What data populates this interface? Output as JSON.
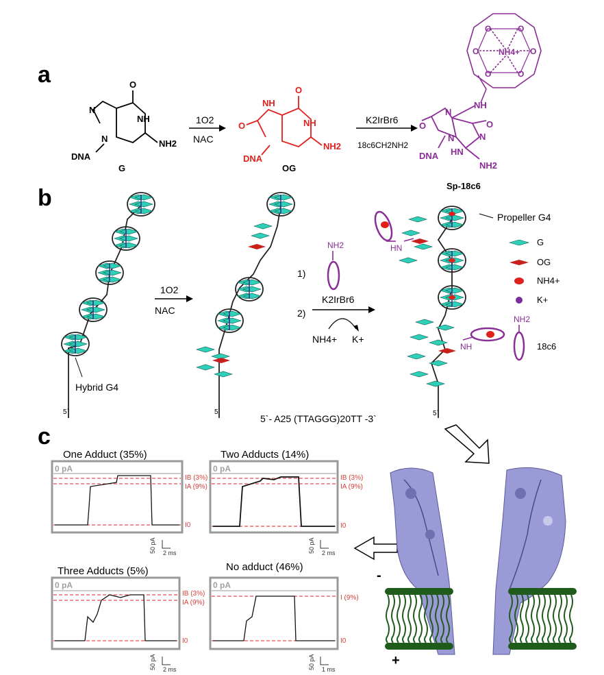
{
  "panels": {
    "a": "a",
    "b": "b",
    "c": "c"
  },
  "scheme_a": {
    "g_label": "G",
    "og_label": "OG",
    "sp_label": "Sp-18c6",
    "dna": "DNA",
    "atoms": {
      "O": "O",
      "N": "N",
      "NH": "NH",
      "NH2": "NH2",
      "HN": "HN",
      "NH4": "NH4+"
    },
    "step1_top": "1O2",
    "step1_bottom": "NAC",
    "step2_top": "K2IrBr6",
    "step2_bottom": "18c6CH2NH2"
  },
  "scheme_b": {
    "hybrid_label": "Hybrid G4",
    "propeller_label": "Propeller G4",
    "five_prime": "5`",
    "step_top": "1O2",
    "step_bottom": "NAC",
    "step1_num": "1)",
    "step2_num": "2)",
    "reagent_nh2": "NH2",
    "reagent": "K2IrBr6",
    "exchange_in": "NH4+",
    "exchange_out": "K+",
    "legend": [
      {
        "symbol": "G",
        "color": "#2fd0b8"
      },
      {
        "symbol": "OG",
        "color": "#c8201c"
      },
      {
        "symbol": "NH4+",
        "color": "#e0201c"
      },
      {
        "symbol": "K+",
        "color": "#7a2d9a"
      },
      {
        "symbol": "18c6",
        "color": "#8a2d96"
      }
    ],
    "adduct_hn": "HN",
    "adduct_nh": "NH",
    "adduct_nh2": "NH2",
    "sequence": "5`- A25 (TTAGGG)20TT -3`"
  },
  "panel_c": {
    "traces": [
      {
        "title": "One Adduct (35%)",
        "zero": "0 pA",
        "levels": [
          "IB (3%)",
          "IA (9%)",
          "I0"
        ],
        "scale_pa": "50 pA",
        "scale_ms": "2 ms"
      },
      {
        "title": "Two Adducts (14%)",
        "zero": "0 pA",
        "levels": [
          "IB (3%)",
          "IA (9%)",
          "I0"
        ],
        "scale_pa": "50 pA",
        "scale_ms": "2 ms"
      },
      {
        "title": "Three Adducts (5%)",
        "zero": "0 pA",
        "levels": [
          "IB (3%)",
          "IA (9%)",
          "I0"
        ],
        "scale_pa": "50 pA",
        "scale_ms": "2 ms"
      },
      {
        "title": "No adduct (46%)",
        "zero": "0 pA",
        "levels": [
          "I (9%)",
          "I0"
        ],
        "scale_pa": "50 pA",
        "scale_ms": "1 ms"
      }
    ],
    "membrane_minus": "-",
    "membrane_plus": "+"
  },
  "colors": {
    "red": "#e0201c",
    "purple": "#8a2d96",
    "teal": "#2fd0b8",
    "membrane": "#1f5c1c",
    "pore": "#9a9ad6"
  }
}
